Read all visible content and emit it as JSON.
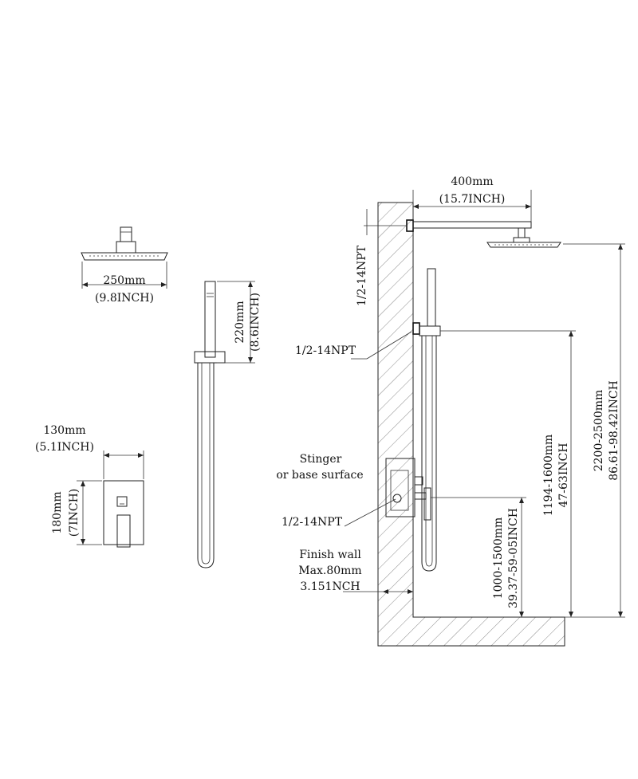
{
  "labels": {
    "shower_head_width_mm": "250mm",
    "shower_head_width_in": "(9.8INCH)",
    "hand_shower_len_mm": "220mm",
    "hand_shower_len_in": "(8.6INCH)",
    "valve_width_mm": "130mm",
    "valve_width_in": "(5.1INCH)",
    "valve_height_mm": "180mm",
    "valve_height_in": "(7INCH)",
    "arm_length_mm": "400mm",
    "arm_length_in": "(15.7INCH)",
    "npt_arm": "1/2-14NPT",
    "npt_outlet": "1/2-14NPT",
    "npt_valve": "1/2-14NPT",
    "stinger_line1": "Stinger",
    "stinger_line2": "or base surface",
    "finish_wall_line1": "Finish wall",
    "finish_wall_line2": "Max.80mm",
    "finish_wall_line3": "3.151NCH",
    "valve_height_range_mm": "1000-1500mm",
    "valve_height_range_in": "39.37-59-05INCH",
    "outlet_height_range_mm": "1194-1600mm",
    "outlet_height_range_in": "47-63INCH",
    "head_height_range_mm": "2200-2500mm",
    "head_height_range_in": "86.61-98.42INCH"
  },
  "colors": {
    "line": "#222222",
    "background": "#ffffff"
  }
}
